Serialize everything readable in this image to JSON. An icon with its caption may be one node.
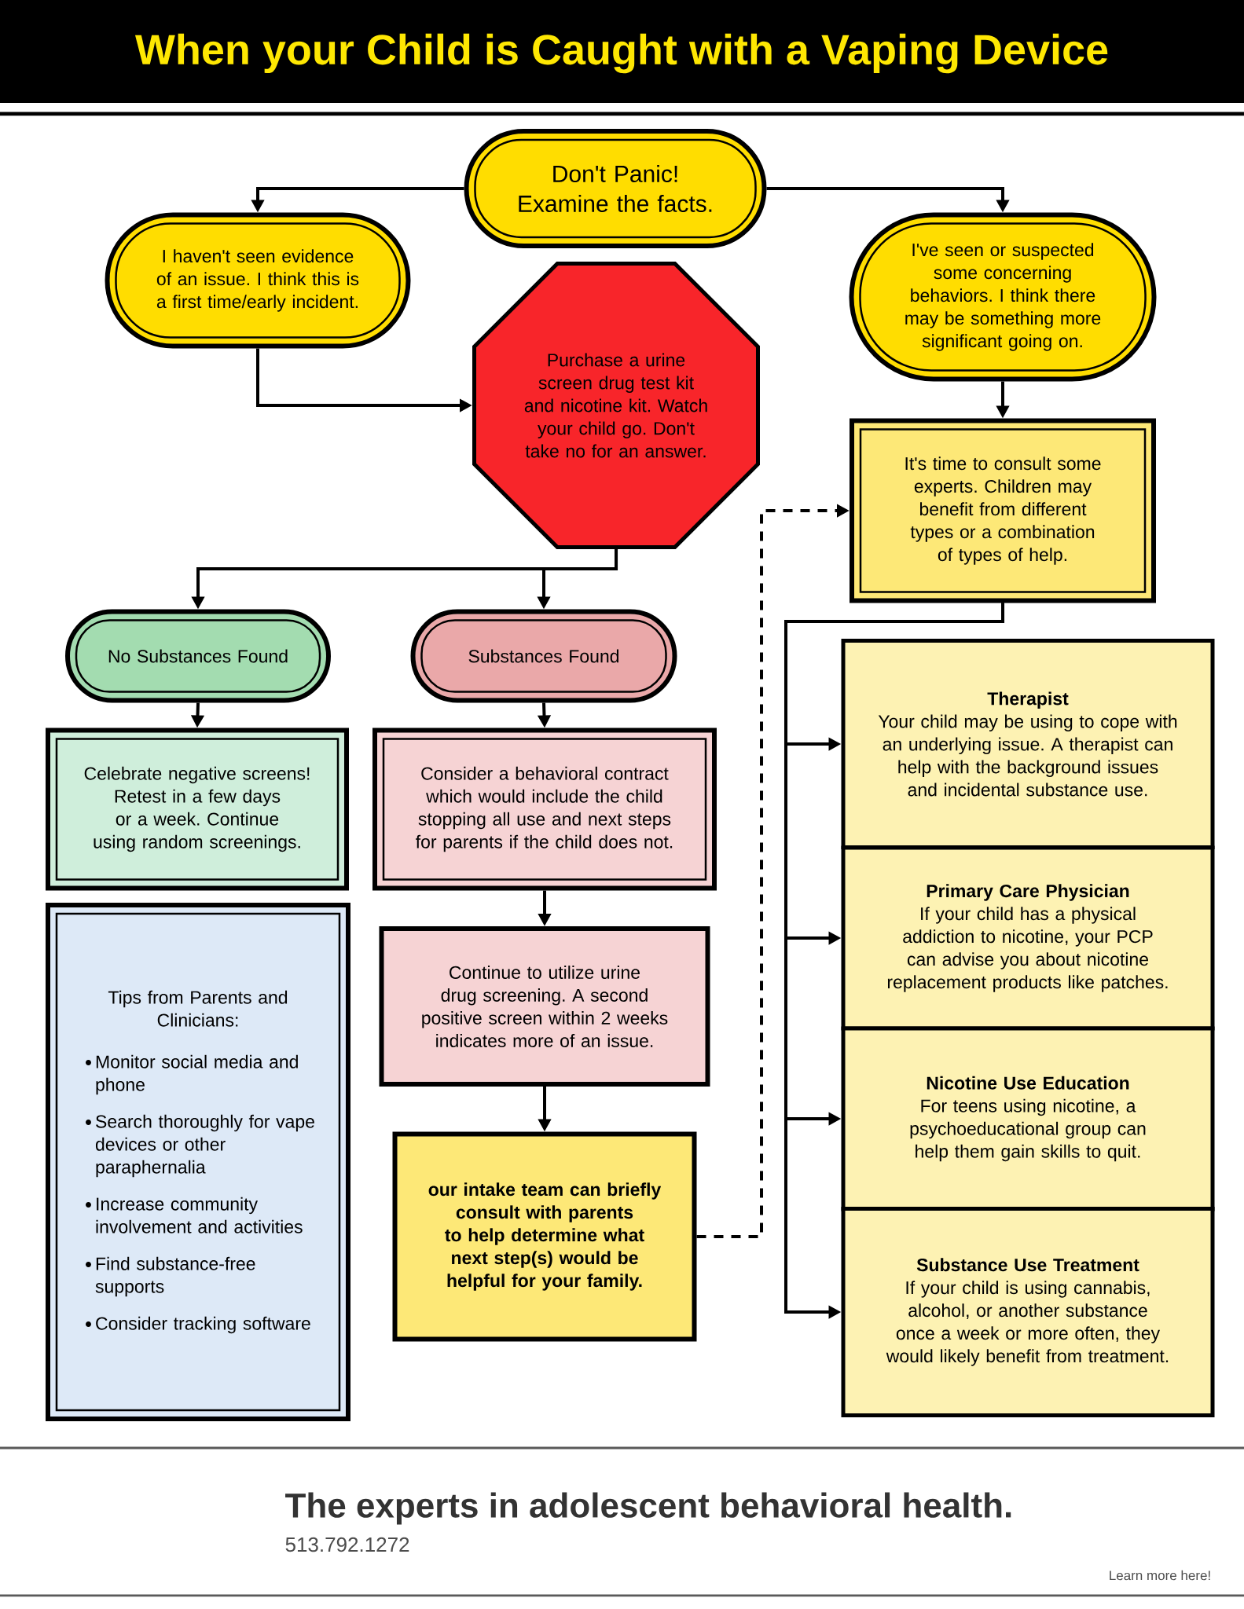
{
  "diagram": {
    "title": "When your Child is Caught with a Vaping Device",
    "nodes": [
      {
        "text": [
          "Don't Panic! Examine the facts."
        ]
      },
      {
        "text": [
          "I haven't seen evidence of an issue. I think this is a first time/early incident."
        ]
      },
      {
        "text": [
          "I've seen or suspected some concerning behaviors. I think there may be something more significant going on."
        ]
      },
      {
        "text": [
          "Purchase a urine screen drug test kit and nicotine kit. Watch your child go. Don't take no for an answer."
        ]
      },
      {
        "text": [
          "It's time to consult some experts. Children may benefit from different types or a combination of types of help."
        ]
      },
      {
        "text": [
          "No Substances Found"
        ]
      },
      {
        "text": [
          "Substances Found"
        ]
      },
      {
        "text": [
          "Celebrate negative screens! Retest in a few days or a week. Continue using random screenings."
        ]
      },
      {
        "text": [
          "Consider a behavioral contract which would include the child stopping all use and next steps for parents if the child does not."
        ]
      },
      {
        "text": [
          "Continue to utilize urine drug screening. A second positive screen within 2 weeks indicates more of an issue."
        ]
      },
      {
        "text": [
          "our intake team can briefly consult with parents to help determine what next step(s) would be helpful for your family."
        ]
      },
      {
        "text": [
          "Tips from Parents and Clinicians:",
          "Monitor social media and phone",
          "Search thoroughly for vape devices or other paraphernalia",
          "Increase community involvement and activities",
          "Find substance-free supports",
          "Consider tracking software"
        ]
      },
      {
        "text": [
          "Therapist",
          "Your child may be using to cope with an underlying issue. A therapist can help with the background issues and incidental substance use."
        ]
      },
      {
        "text": [
          "Primary Care Physician",
          "If your child has a physical addiction to nicotine, your PCP can advise you about nicotine replacement products like patches."
        ]
      },
      {
        "text": [
          "Nicotine Use Education",
          "For teens using nicotine, a psychoeducational group can help them gain skills to quit."
        ]
      },
      {
        "text": [
          "Substance Use Treatment",
          "If your child is using cannabis, alcohol, or another substance once a week or more often, they would likely benefit from treatment."
        ]
      }
    ],
    "edges": [
      {
        "from": 0,
        "to": 1,
        "arrow": "to"
      },
      {
        "from": 0,
        "to": 2,
        "arrow": "to"
      },
      {
        "from": 1,
        "to": 3,
        "arrow": "to"
      },
      {
        "from": 2,
        "to": 4,
        "arrow": "to"
      },
      {
        "from": 3,
        "to": 5,
        "arrow": "to"
      },
      {
        "from": 3,
        "to": 6,
        "arrow": "to"
      },
      {
        "from": 5,
        "to": 7,
        "arrow": "to"
      },
      {
        "from": 6,
        "to": 8,
        "arrow": "to"
      },
      {
        "from": 8,
        "to": 9,
        "arrow": "to"
      },
      {
        "from": 9,
        "to": 10,
        "arrow": "to"
      },
      {
        "from": 10,
        "to": 4,
        "arrow": "to",
        "style": "dashed"
      },
      {
        "from": 4,
        "to": 12,
        "arrow": "to"
      },
      {
        "from": 4,
        "to": 13,
        "arrow": "to"
      },
      {
        "from": 4,
        "to": 14,
        "arrow": "to"
      },
      {
        "from": 4,
        "to": 15,
        "arrow": "to"
      }
    ],
    "labels": [
      "The experts in adolescent behavioral health.",
      "513.792.1272",
      "Learn more here!"
    ]
  }
}
